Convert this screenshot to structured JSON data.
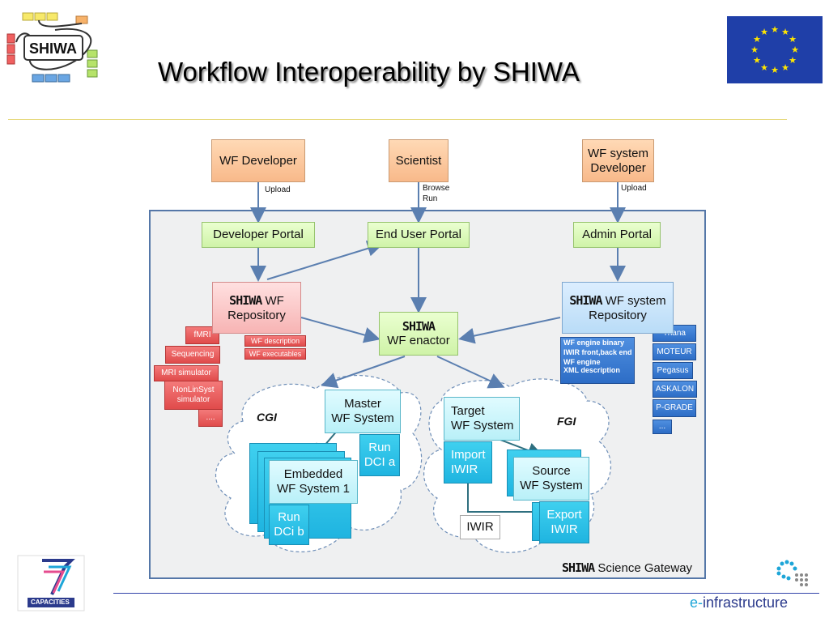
{
  "title": "Workflow Interoperability by SHIWA",
  "logo": {
    "text": "SHIWA"
  },
  "actors": {
    "wf_developer": "WF Developer",
    "scientist": "Scientist",
    "wf_system_developer_1": "WF system",
    "wf_system_developer_2": "Developer"
  },
  "edge_labels": {
    "upload_left": "Upload",
    "browse": "Browse",
    "run": "Run",
    "upload_right": "Upload",
    "iwir": "IWIR"
  },
  "portals": {
    "developer": "Developer  Portal",
    "end_user": "End User Portal",
    "admin": "Admin Portal"
  },
  "wf_repository": {
    "brand": "SHIWA",
    "line1": " WF",
    "line2": "Repository"
  },
  "wf_system_repository": {
    "brand": "SHIWA",
    "line1": " WF system",
    "line2": "Repository"
  },
  "enactor": {
    "brand": "SHIWA",
    "label": "WF enactor"
  },
  "repo_tags": {
    "wf_description": "WF description",
    "wf_executables": "WF executables"
  },
  "workflow_types": {
    "fmri": "fMRI",
    "sequencing": "Sequencing",
    "mri_simulator": "MRI simulator",
    "nonlinsyst_1": "NonLinSyst",
    "nonlinsyst_2": "simulator",
    "more": "...."
  },
  "engine_tags": {
    "engine_binary": "WF engine binary",
    "iwir_front_back": "IWIR front,back end",
    "wf_engine": "WF engine",
    "xml_description": "XML description"
  },
  "wf_systems": {
    "triana": "Triana",
    "moteur": "MOTEUR",
    "pegasus": "Pegasus",
    "askalon": "ASKALON",
    "pgrade": "P-GRADE",
    "more": "..."
  },
  "cgi": {
    "label": "CGI",
    "master_1": "Master",
    "master_2": "WF System",
    "run_a_1": "Run",
    "run_a_2": "DCI a",
    "embedded_1": "Embedded",
    "embedded_2": "WF System 1",
    "run_b_1": "Run",
    "run_b_2": "DCi b"
  },
  "fgi": {
    "label": "FGI",
    "target_1": "Target",
    "target_2": "WF System",
    "import_1": "Import",
    "import_2": "IWIR",
    "source_1": "Source",
    "source_2": "WF System",
    "export_1": "Export",
    "export_2": "IWIR"
  },
  "gateway": {
    "brand": "SHIWA",
    "label": " Science Gateway"
  },
  "fp7": {
    "label": "CAPACITIES"
  },
  "einfra": {
    "prefix": "e-",
    "label": "infrastructure"
  }
}
